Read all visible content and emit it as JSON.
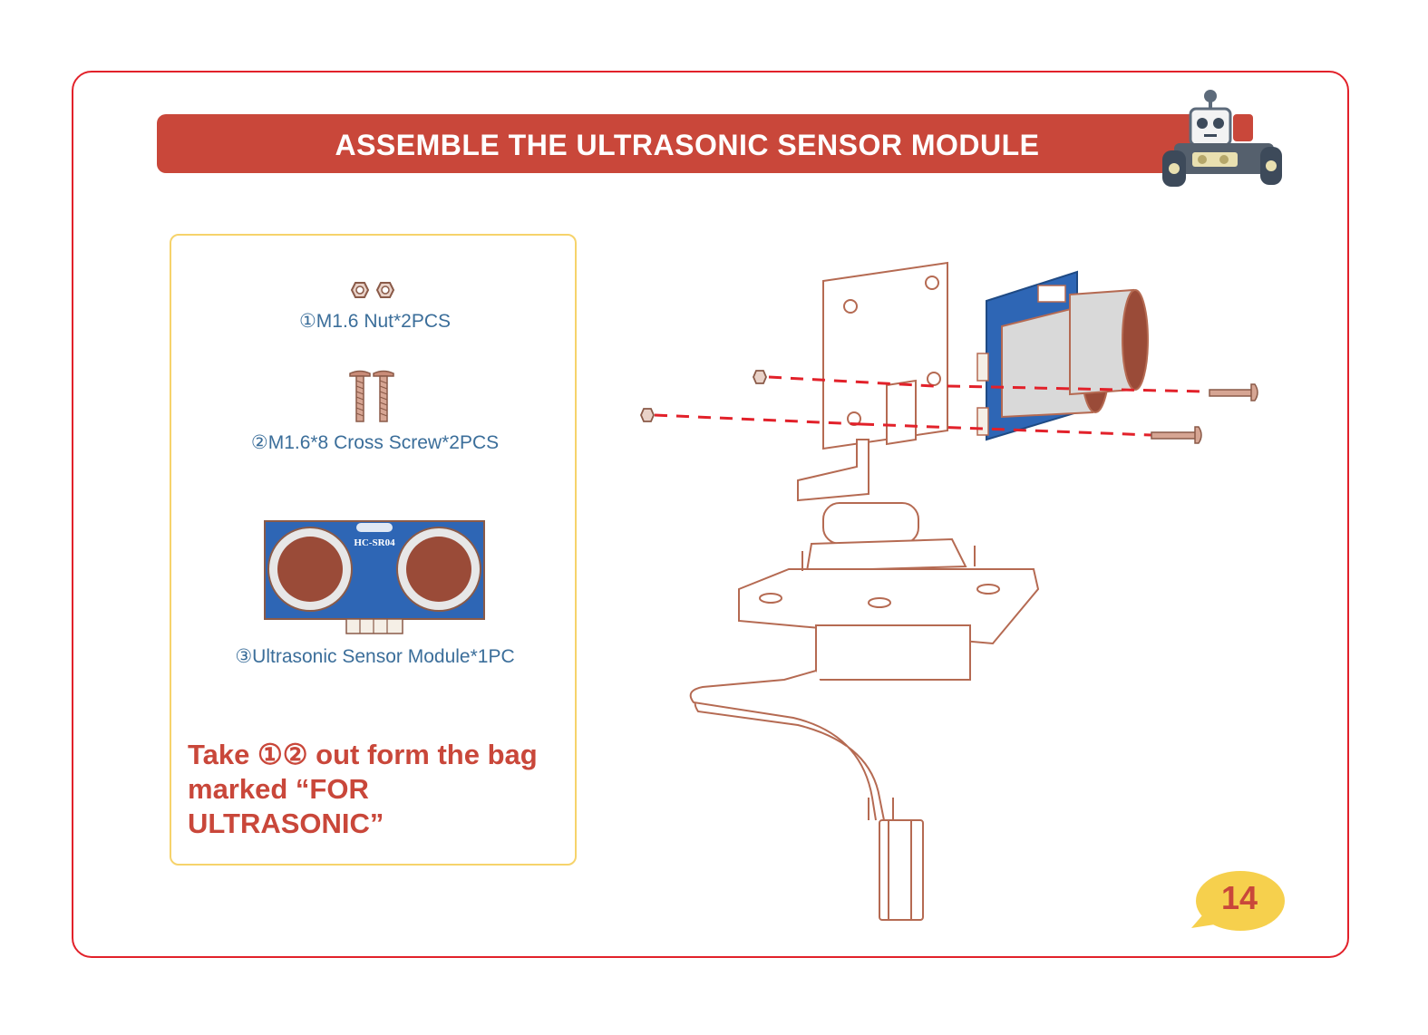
{
  "header": {
    "title": "ASSEMBLE THE ULTRASONIC SENSOR MODULE"
  },
  "parts": {
    "items": [
      {
        "label": "①M1.6 Nut*2PCS",
        "icon": "nut-icon"
      },
      {
        "label": "②M1.6*8 Cross Screw*2PCS",
        "icon": "screw-icon"
      },
      {
        "label": "③Ultrasonic Sensor Module*1PC",
        "icon": "ultrasonic-sensor-icon"
      }
    ],
    "sensor_chip_label": "HC-SR04"
  },
  "instruction": {
    "line1": "Take ①② out form the bag",
    "line2": "marked “FOR ULTRASONIC”"
  },
  "page": {
    "number": "14"
  },
  "colors": {
    "frame": "#e2212a",
    "banner": "#c9473a",
    "panel_border": "#f6d36b",
    "label_blue": "#3b6e9a",
    "badge": "#f6d04d",
    "line_art": "#b56a52",
    "sensor_board": "#2e66b5"
  }
}
